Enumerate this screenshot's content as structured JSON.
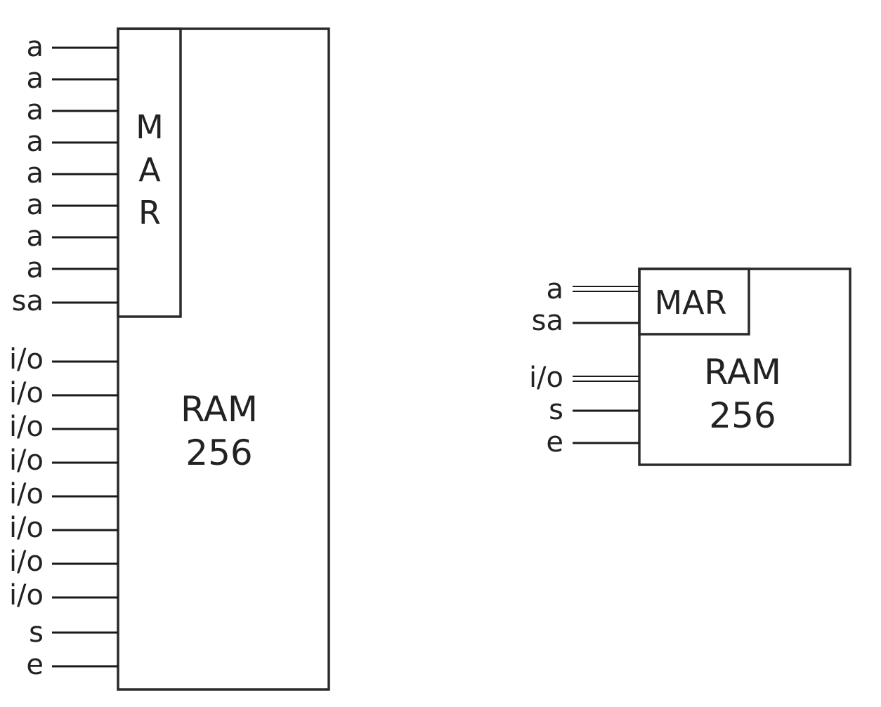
{
  "large_block": {
    "mar_letters": [
      "M",
      "A",
      "R"
    ],
    "ram_title": "RAM",
    "ram_size": "256",
    "address_pins": [
      "a",
      "a",
      "a",
      "a",
      "a",
      "a",
      "a",
      "a"
    ],
    "set_address_pin": "sa",
    "io_pins": [
      "i/o",
      "i/o",
      "i/o",
      "i/o",
      "i/o",
      "i/o",
      "i/o",
      "i/o"
    ],
    "set_pin": "s",
    "enable_pin": "e"
  },
  "compact_block": {
    "mar_label": "MAR",
    "ram_title": "RAM",
    "ram_size": "256",
    "address_bus_pin": "a",
    "set_address_pin": "sa",
    "io_bus_pin": "i/o",
    "set_pin": "s",
    "enable_pin": "e"
  }
}
